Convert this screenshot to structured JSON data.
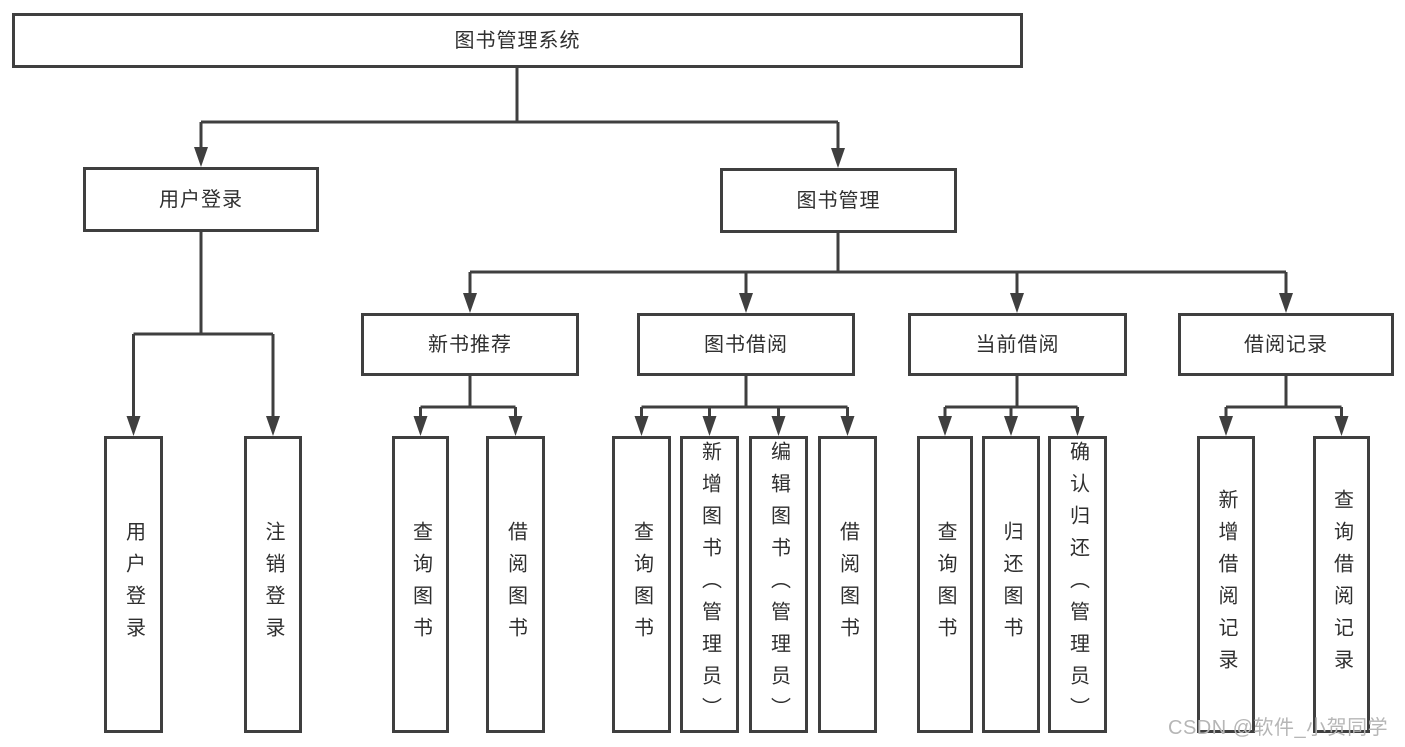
{
  "diagram_title": "图书管理系统",
  "nodes": {
    "root": "图书管理系统",
    "user_login": "用户登录",
    "book_management": "图书管理",
    "new_book_recommend": "新书推荐",
    "book_borrow": "图书借阅",
    "current_borrow": "当前借阅",
    "borrow_records": "借阅记录",
    "leaf_user_login": "用户登录",
    "leaf_logout": "注销登录",
    "nb_query_books": "查询图书",
    "nb_borrow_books": "借阅图书",
    "bb_query_books": "查询图书",
    "bb_add_books_admin": "新增图书（管理员）",
    "bb_edit_books_admin": "编辑图书（管理员）",
    "bb_borrow_books": "借阅图书",
    "cb_query_books": "查询图书",
    "cb_return_books": "归还图书",
    "cb_confirm_return_admin": "确认归还（管理员）",
    "br_add_record": "新增借阅记录",
    "br_query_record": "查询借阅记录"
  },
  "watermark": {
    "text": "CSDN @软件_小贺同学",
    "color": "#B6B6B6"
  },
  "colors": {
    "line": "#3F3F3F",
    "box_border": "#3F3F3F",
    "text": "#2F2F2F",
    "background": "#FFFFFF"
  }
}
